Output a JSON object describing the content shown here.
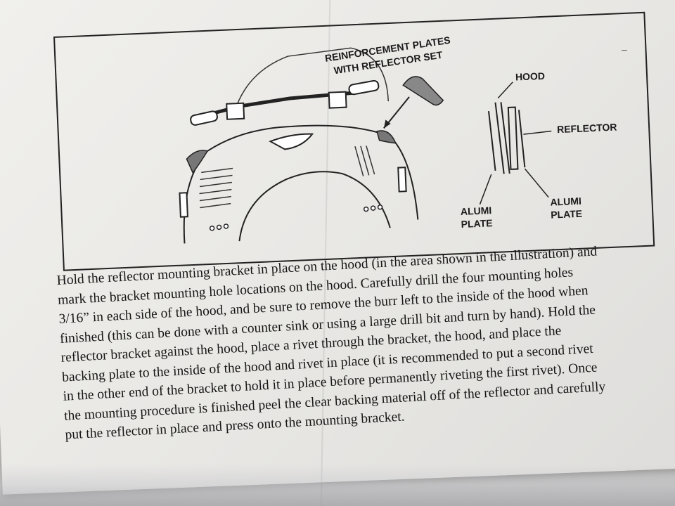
{
  "illustration": {
    "callout_line1": "REINFORCEMENT PLATES",
    "callout_line2": "WITH REFLECTOR SET",
    "label_hood": "HOOD",
    "label_reflector": "REFLECTOR",
    "label_alumi_left_1": "ALUMI",
    "label_alumi_left_2": "PLATE",
    "label_alumi_right_1": "ALUMI",
    "label_alumi_right_2": "PLATE"
  },
  "instructions": {
    "lines": [
      "Hold the reflector mounting bracket in place on the hood (in the area shown in the illustration) and",
      "mark the bracket mounting hole locations on the hood. Carefully drill the four mounting holes",
      "3/16” in each side of the hood, and be sure to remove the burr left to the inside of the hood when",
      "finished (this can be done with a counter sink or using a large drill bit and turn by hand). Hold the",
      "reflector bracket against the hood, place a rivet through the bracket, the hood, and place the",
      "backing plate to the inside of the hood and rivet in place (it is recommended to put a second  rivet",
      "in the other end of the bracket to hold it in place before permanently riveting the first rivet). Once",
      "the mounting procedure is finished peel the clear backing material off of the reflector and carefully",
      "put the reflector in place and press onto the mounting bracket."
    ]
  }
}
